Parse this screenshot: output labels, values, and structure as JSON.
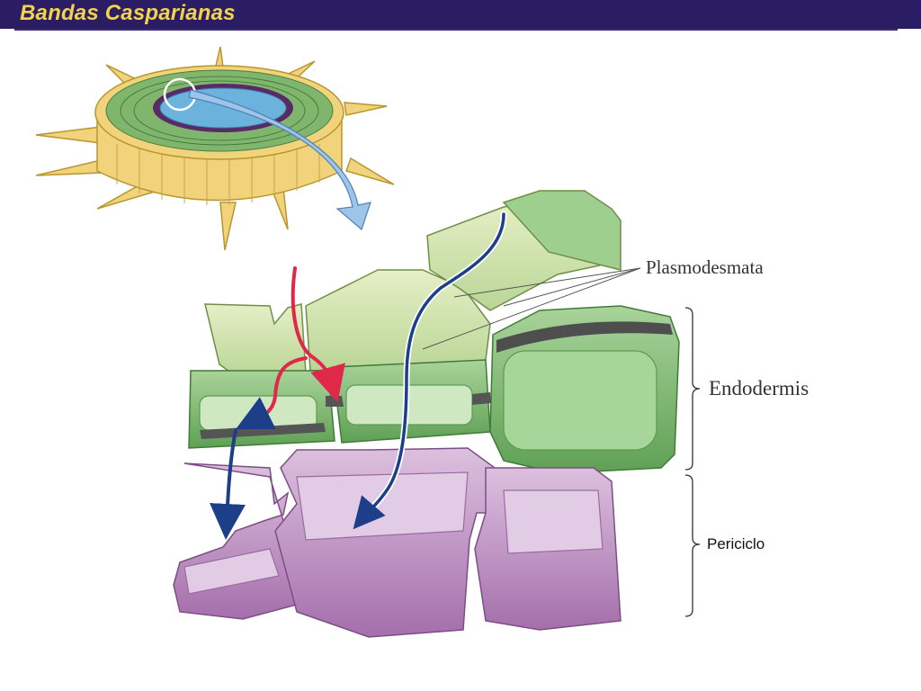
{
  "slide": {
    "title": "Bandas Casparianas"
  },
  "labels": {
    "plasmodesmata": "Plasmodesmata",
    "endodermis": "Endodermis",
    "periciclo": "Periciclo"
  },
  "colors": {
    "title_bar": "#2a1d63",
    "title_text": "#f2d34a",
    "endodermis_cell": "#8cc37e",
    "cortex_cell": "#cfe3a8",
    "pericycle_cell": "#c99ccc",
    "casparian_band": "#555555",
    "apoplast_path": "#e0284a",
    "symplast_path": "#1d3f8a",
    "root_epidermis": "#f0d37a",
    "stele": "#6bb3dc"
  }
}
